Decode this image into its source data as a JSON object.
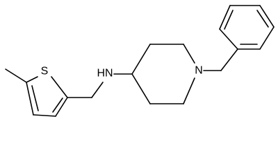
{
  "diagram": {
    "type": "skeletal-chemical-structure",
    "atoms": {
      "sulfur": "S",
      "amine": "HN",
      "piperidine_nitrogen": "N"
    },
    "colors": {
      "bond": "#000000",
      "label": "#000000",
      "background": "#ffffff"
    }
  }
}
